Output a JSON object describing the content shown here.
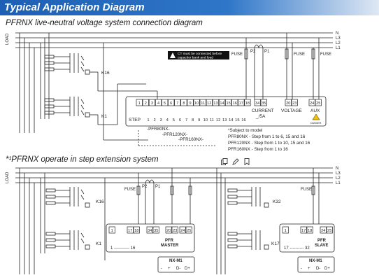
{
  "banner": {
    "title": "Typical Application Diagram"
  },
  "diagram1": {
    "title": "PFRNX live-neutral voltage system connection diagram",
    "lines": [
      "N",
      "L3",
      "L2",
      "L1"
    ],
    "load_label": "LOAD",
    "warning": {
      "line1": "CT must be connected before",
      "line2": "capacitor bank and load"
    },
    "fuse_label": "FUSE",
    "p2": "P2",
    "p1": "P1",
    "k16": "K16",
    "k1": "K1",
    "terminals": [
      "1",
      "2",
      "3",
      "4",
      "5",
      "6",
      "7",
      "8",
      "9",
      "10",
      "11",
      "12",
      "13",
      "14",
      "15",
      "16",
      "17",
      "18"
    ],
    "terminals_right": [
      "34",
      "35",
      "20",
      "23",
      "24",
      "25"
    ],
    "step_label": "STEP",
    "steps": [
      "1",
      "2",
      "3",
      "4",
      "5",
      "6",
      "7",
      "8",
      "9",
      "10",
      "11",
      "12",
      "13",
      "14",
      "15",
      "16"
    ],
    "current_label": "CURRENT",
    "current_range": "_/5A",
    "voltage_label": "VOLTAGE",
    "aux_label": "AUX",
    "danger_label": "DANGER",
    "models": [
      "-PFR80NX-",
      "-PFR120NX-",
      "-PFR160NX-"
    ],
    "notes": [
      "*Subject to model",
      "PFR80NX  - Step from 1 to 6, 15 and 16",
      "PFR120NX - Step from 1 to 10, 15 and 16",
      "PFR160NX - Step from 1 to 16"
    ]
  },
  "diagram2": {
    "title": "*¹PFRNX operate in step extension system",
    "lines": [
      "N",
      "L3",
      "L2",
      "L1"
    ],
    "load_label": "LOAD",
    "fuse_label": "FUSE",
    "p2": "P2",
    "p1": "P1",
    "k16": "K16",
    "k1": "K1",
    "k32": "K32",
    "k17": "K17",
    "master": {
      "terminals": [
        "1",
        "17",
        "18",
        "34",
        "35",
        "20",
        "23",
        "24",
        "25"
      ],
      "range": "1 ----------- 16",
      "name1": "PFR",
      "name2": "MASTER"
    },
    "slave": {
      "terminals": [
        "1",
        "17",
        "18",
        "24",
        "25"
      ],
      "range": "17 ---------- 32",
      "name1": "PFR",
      "name2": "SLAVE"
    },
    "module": {
      "name": "NX-M1",
      "plus": "+",
      "minus": "-",
      "d_minus": "D-",
      "d_plus": "D+"
    }
  },
  "toolbar": {
    "icons": [
      "copy-icon",
      "edit-icon",
      "bookmark-icon"
    ]
  }
}
